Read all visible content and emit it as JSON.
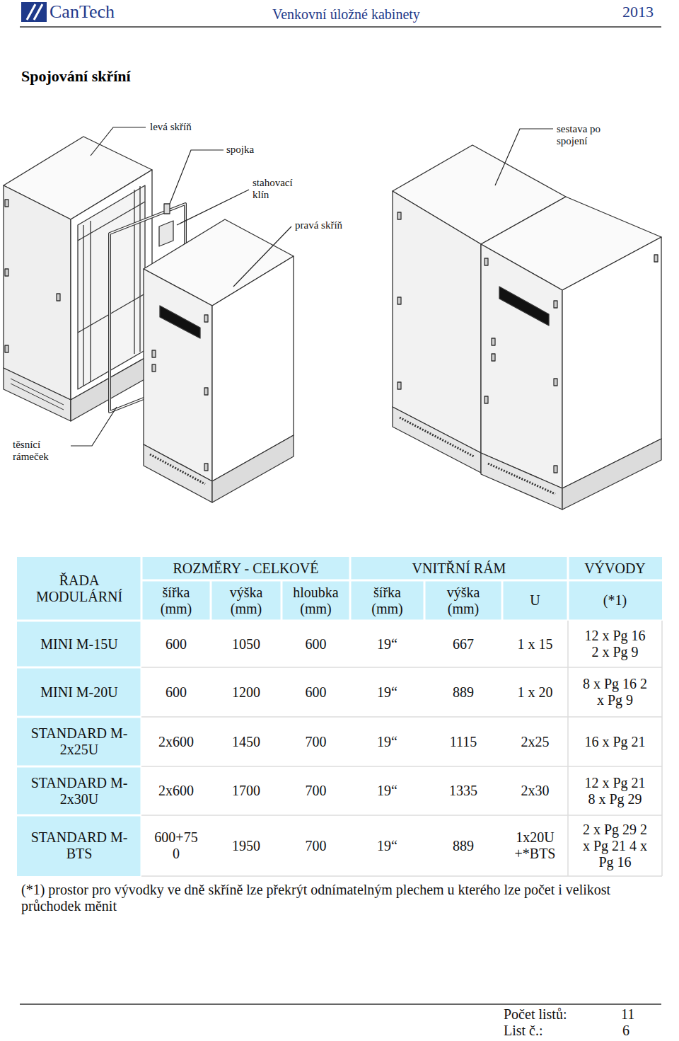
{
  "diagram": {
    "title": "Spojování skříní",
    "labels": [
      "CanTech",
      "Venkovní úložné kabinety",
      "2013",
      "levá skříň",
      "spojka",
      "stahovací klín",
      "pravá skříň",
      "sestava po spojení",
      "těsnící rámeček",
      "ŘADA MODULÁRNÍ",
      "ROZMĚRY - CELKOVÉ",
      "VNITŘNÍ RÁM",
      "VÝVODY",
      "šířka (mm)",
      "výška (mm)",
      "hloubka (mm)",
      "šířka (mm)",
      "výška (mm)",
      "U",
      "(*1)",
      "MINI M-15U",
      "600",
      "1050",
      "600",
      "19“",
      "667",
      "1 x 15",
      "12 x Pg 16 2 x Pg 9",
      "MINI M-20U",
      "600",
      "1200",
      "600",
      "19“",
      "889",
      "1 x 20",
      "8 x Pg 16 2 x Pg 9",
      "STANDARD M-2x25U",
      "2x600",
      "1450",
      "700",
      "19“",
      "1115",
      "2x25",
      "16 x Pg 21",
      "STANDARD M-2x30U",
      "2x600",
      "1700",
      "700",
      "19“",
      "1335",
      "2x30",
      "12 x Pg 21 8 x Pg 29",
      "STANDARD M-BTS",
      "600+75 0",
      "1950",
      "700",
      "19“",
      "889",
      "1x20U +*BTS",
      "2 x Pg 29 2 x Pg 21 4 x Pg 16",
      "(*1) prostor pro vývodky ve dně skříně lze překrýt odnímatelným plechem u kterého lze počet i velikost průchodek měnit",
      "Počet listů:",
      "11",
      "List č.:",
      "6"
    ]
  }
}
